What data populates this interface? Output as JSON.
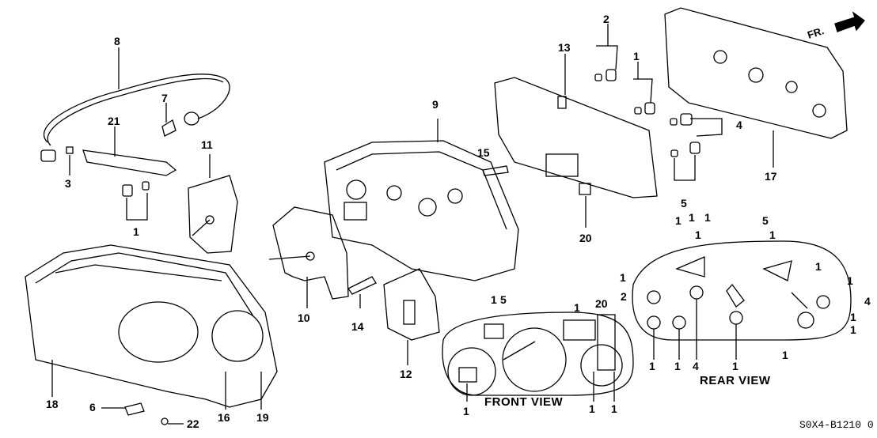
{
  "labels": {
    "p8": "8",
    "p21": "21",
    "p7": "7",
    "p3": "3",
    "p1a": "1",
    "p11": "11",
    "p2": "2",
    "p13": "13",
    "p1b": "1",
    "p9": "9",
    "p15": "15",
    "p4": "4",
    "p5": "5",
    "p17": "17",
    "p20": "20",
    "p10": "10",
    "p14": "14",
    "p12": "12",
    "p18": "18",
    "p6": "6",
    "p22": "22",
    "p16": "16",
    "p19": "19",
    "f1a": "1",
    "f5": "5",
    "f1b": "1",
    "f20": "20",
    "f1c": "1",
    "f1d": "1",
    "f1e": "1",
    "r1a": "1",
    "r1b": "1",
    "r1c": "1",
    "r1d": "1",
    "r5": "5",
    "r1e": "1",
    "r1f": "1",
    "r1g": "1",
    "r2": "2",
    "r4a": "4",
    "r1h": "1",
    "r1i": "1",
    "r1j": "1",
    "r1k": "1",
    "r4b": "4",
    "r1l": "1",
    "r1m": "1",
    "r1n": "1"
  },
  "front_view_title": "FRONT VIEW",
  "rear_view_title": "REAR VIEW",
  "direction_label": "FR.",
  "diagram_code": "S0X4-B1210 0"
}
